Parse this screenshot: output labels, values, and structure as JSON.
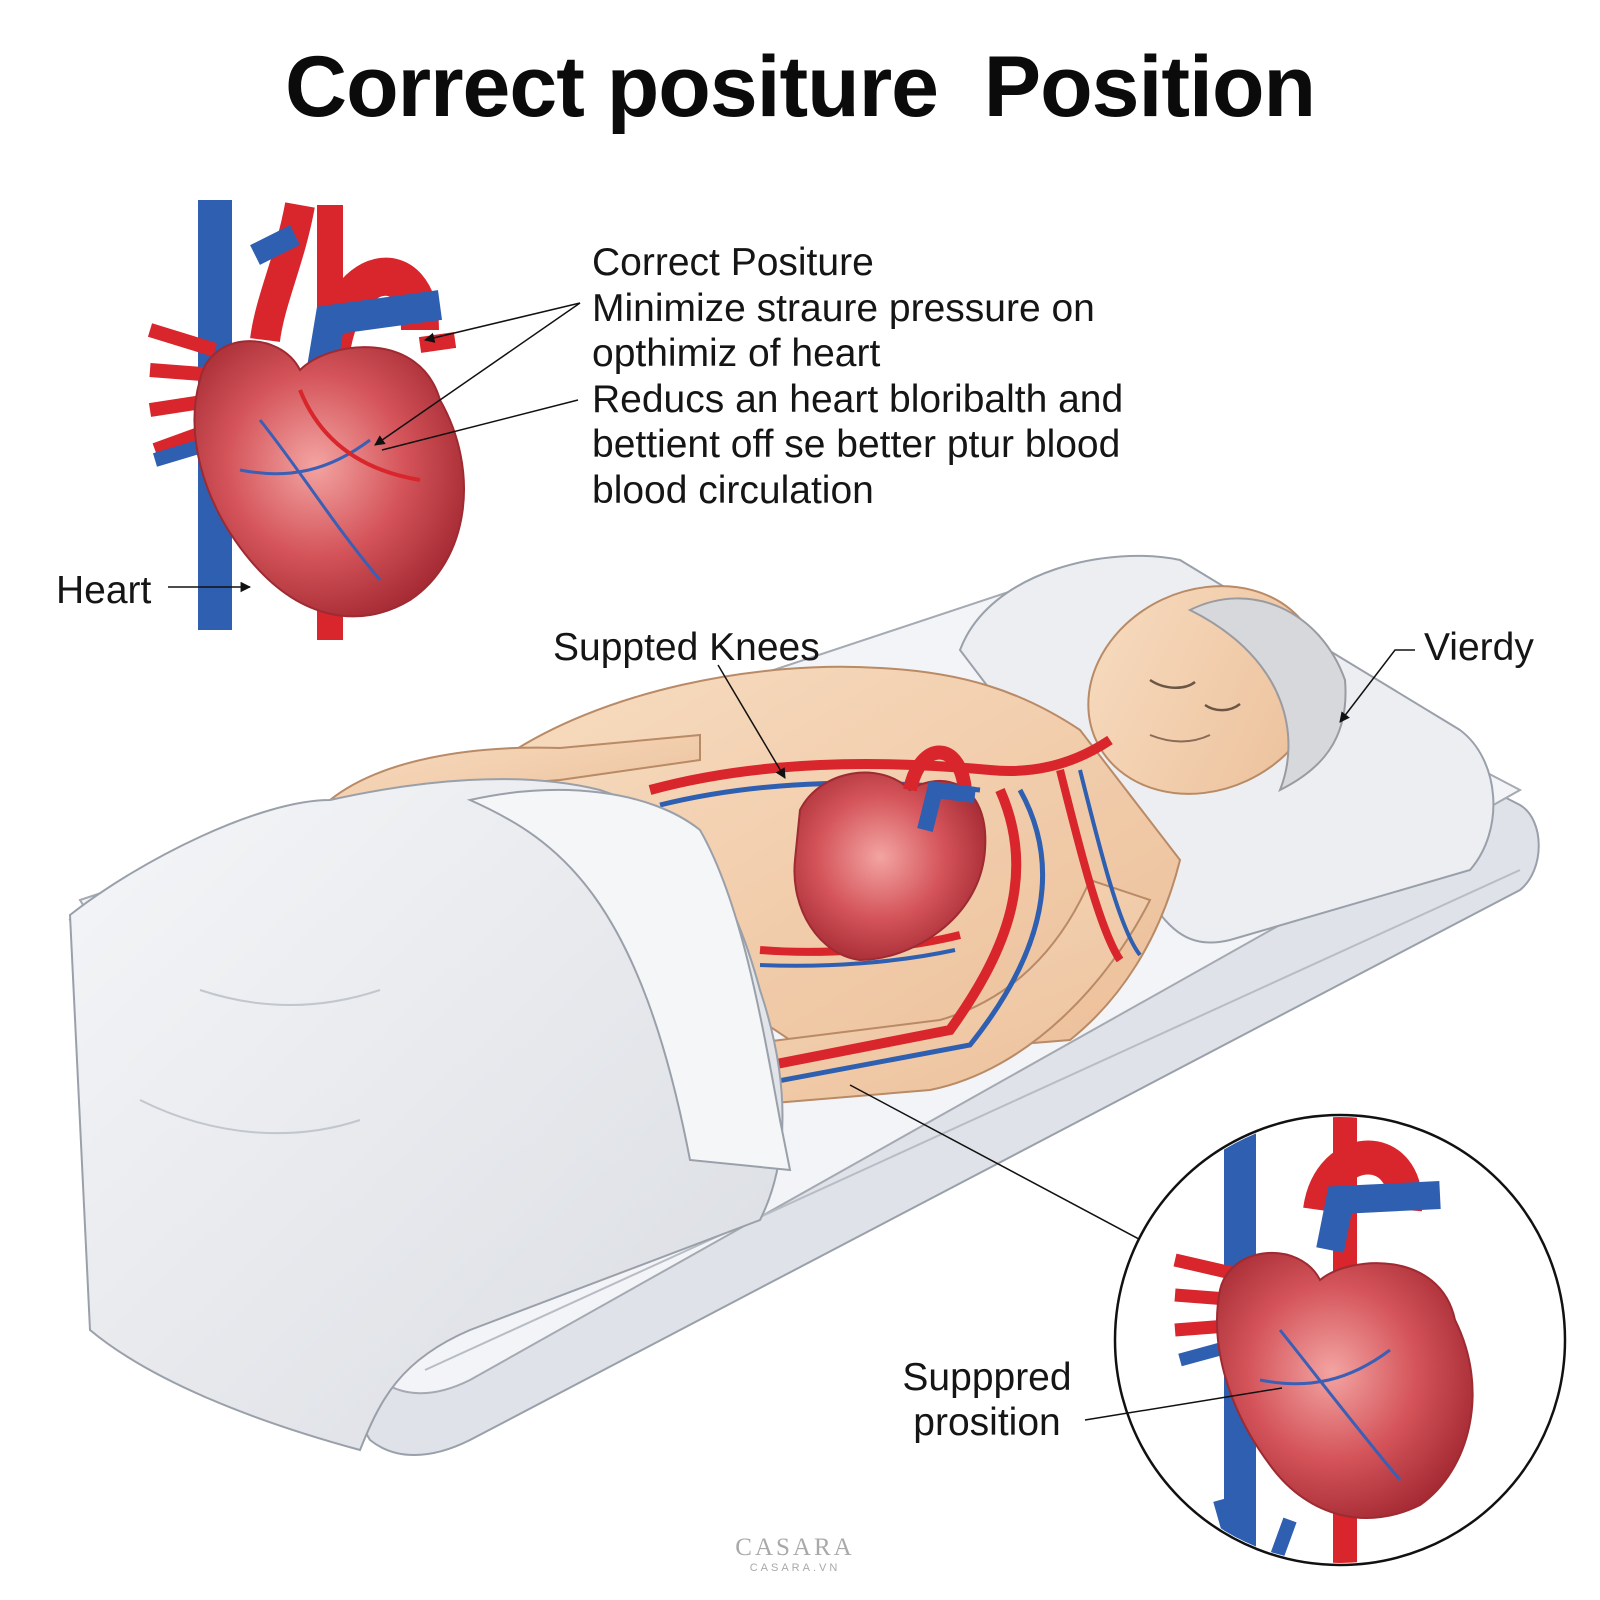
{
  "title": "Correct positure  Position",
  "callout": {
    "lines": [
      "Correct Positure",
      "Minimize straure pressure on",
      "opthimiz of heart",
      "Reducs an heart bloribalth and",
      "bettient off se better ptur blood",
      "blood circulation"
    ]
  },
  "labels": {
    "heart": "Heart",
    "knees": "Suppted Knees",
    "vierdy": "Vierdy",
    "inset": [
      "Supppred",
      "prosition"
    ]
  },
  "watermark": {
    "brand": "CASARA",
    "url": "CASARA.VN"
  },
  "colors": {
    "artery": "#d8262c",
    "vein": "#2f5fb0",
    "heart_muscle": "#c8454c",
    "skin": "#f4cfae",
    "linen": "#e7e9ee",
    "text": "#151515"
  }
}
